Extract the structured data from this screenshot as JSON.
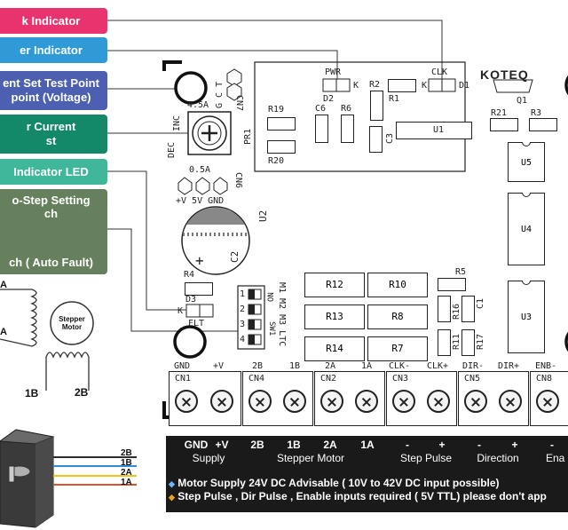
{
  "callouts": [
    {
      "text": "k Indicator",
      "color": "#e8336f"
    },
    {
      "text": "er Indicator",
      "color": "#2f9ad6"
    },
    {
      "text": "ent Set Test  Point",
      "text2": "point (Voltage)",
      "color": "#4c5fb0"
    },
    {
      "text": "r Current",
      "text2": "st",
      "color": "#13896a"
    },
    {
      "text": " Indicator LED",
      "color": "#3fb79a"
    },
    {
      "text": "o-Step Setting",
      "text2": "ch",
      "text3": "ch ( Auto Fault)",
      "color": "#667f5c"
    }
  ],
  "board": {
    "brand": "KOTEQ",
    "pot_current": "4.5A",
    "pot_min": "0.5A",
    "pot_side": "PR1",
    "pot_dec": "DEC",
    "pot_inc": "INC",
    "cn7_label": "CN7",
    "cn7_pins": "G C T",
    "cn6_label": "CN6",
    "cn6_pins": "+V 5V GND",
    "cap_c2": "C2",
    "label_u2": "U2",
    "pwr": "PWR",
    "clk": "CLK",
    "d1": "D1",
    "d2": "D2",
    "d3": "D3",
    "k": "K",
    "r1": "R1",
    "r2": "R2",
    "r3": "R3",
    "r4": "R4",
    "r5": "R5",
    "r6": "R6",
    "r7": "R7",
    "r8": "R8",
    "r10": "R10",
    "r11": "R11",
    "r12": "R12",
    "r13": "R13",
    "r14": "R14",
    "r16": "R16",
    "r17": "R17",
    "r19": "R19",
    "r20": "R20",
    "r21": "R21",
    "c1": "C1",
    "c3": "C3",
    "c6": "C6",
    "u1": "U1",
    "u3": "U3",
    "u4": "U4",
    "u5": "U5",
    "q1": "Q1",
    "flt": "FLT",
    "sw_name": "SW1",
    "sw_side": "M1 M2 M3 LTC",
    "sw_on": "ON",
    "sw_nums": [
      "1",
      "2",
      "3",
      "4"
    ]
  },
  "terminals": {
    "groups": [
      {
        "name": "CN1",
        "pins": [
          "GND",
          "+V"
        ]
      },
      {
        "name": "CN4",
        "pins": [
          "2B",
          "1B"
        ]
      },
      {
        "name": "CN2",
        "pins": [
          "2A",
          "1A"
        ]
      },
      {
        "name": "CN3",
        "pins": [
          "CLK-",
          "CLK+"
        ]
      },
      {
        "name": "CN5",
        "pins": [
          "DIR-",
          "DIR+"
        ]
      },
      {
        "name": "CN8",
        "pins": [
          "ENB-"
        ]
      }
    ]
  },
  "legend": {
    "pins": [
      "GND",
      "+V",
      "2B",
      "1B",
      "2A",
      "1A",
      "-",
      "+",
      "-",
      "+",
      "-"
    ],
    "groups": [
      "Supply",
      "Stepper Motor",
      "Step Pulse",
      "Direction",
      "Ena"
    ],
    "note1": "Motor Supply 24V DC Advisable  ( 10V to 42V DC input possible)",
    "note2": "Step Pulse , Dir Pulse , Enable inputs required ( 5V TTL) please don't app"
  },
  "motor": {
    "symbol": "Stepper Motor",
    "coil_a1": "A",
    "coil_a2": "A",
    "coil_1b": "1B",
    "coil_2b": "2B",
    "wires": [
      {
        "label": "2B",
        "color": "#2b2b2b"
      },
      {
        "label": "1B",
        "color": "#2e8fd8"
      },
      {
        "label": "2A",
        "color": "#f0c419"
      },
      {
        "label": "1A",
        "color": "#e0522b"
      }
    ]
  }
}
